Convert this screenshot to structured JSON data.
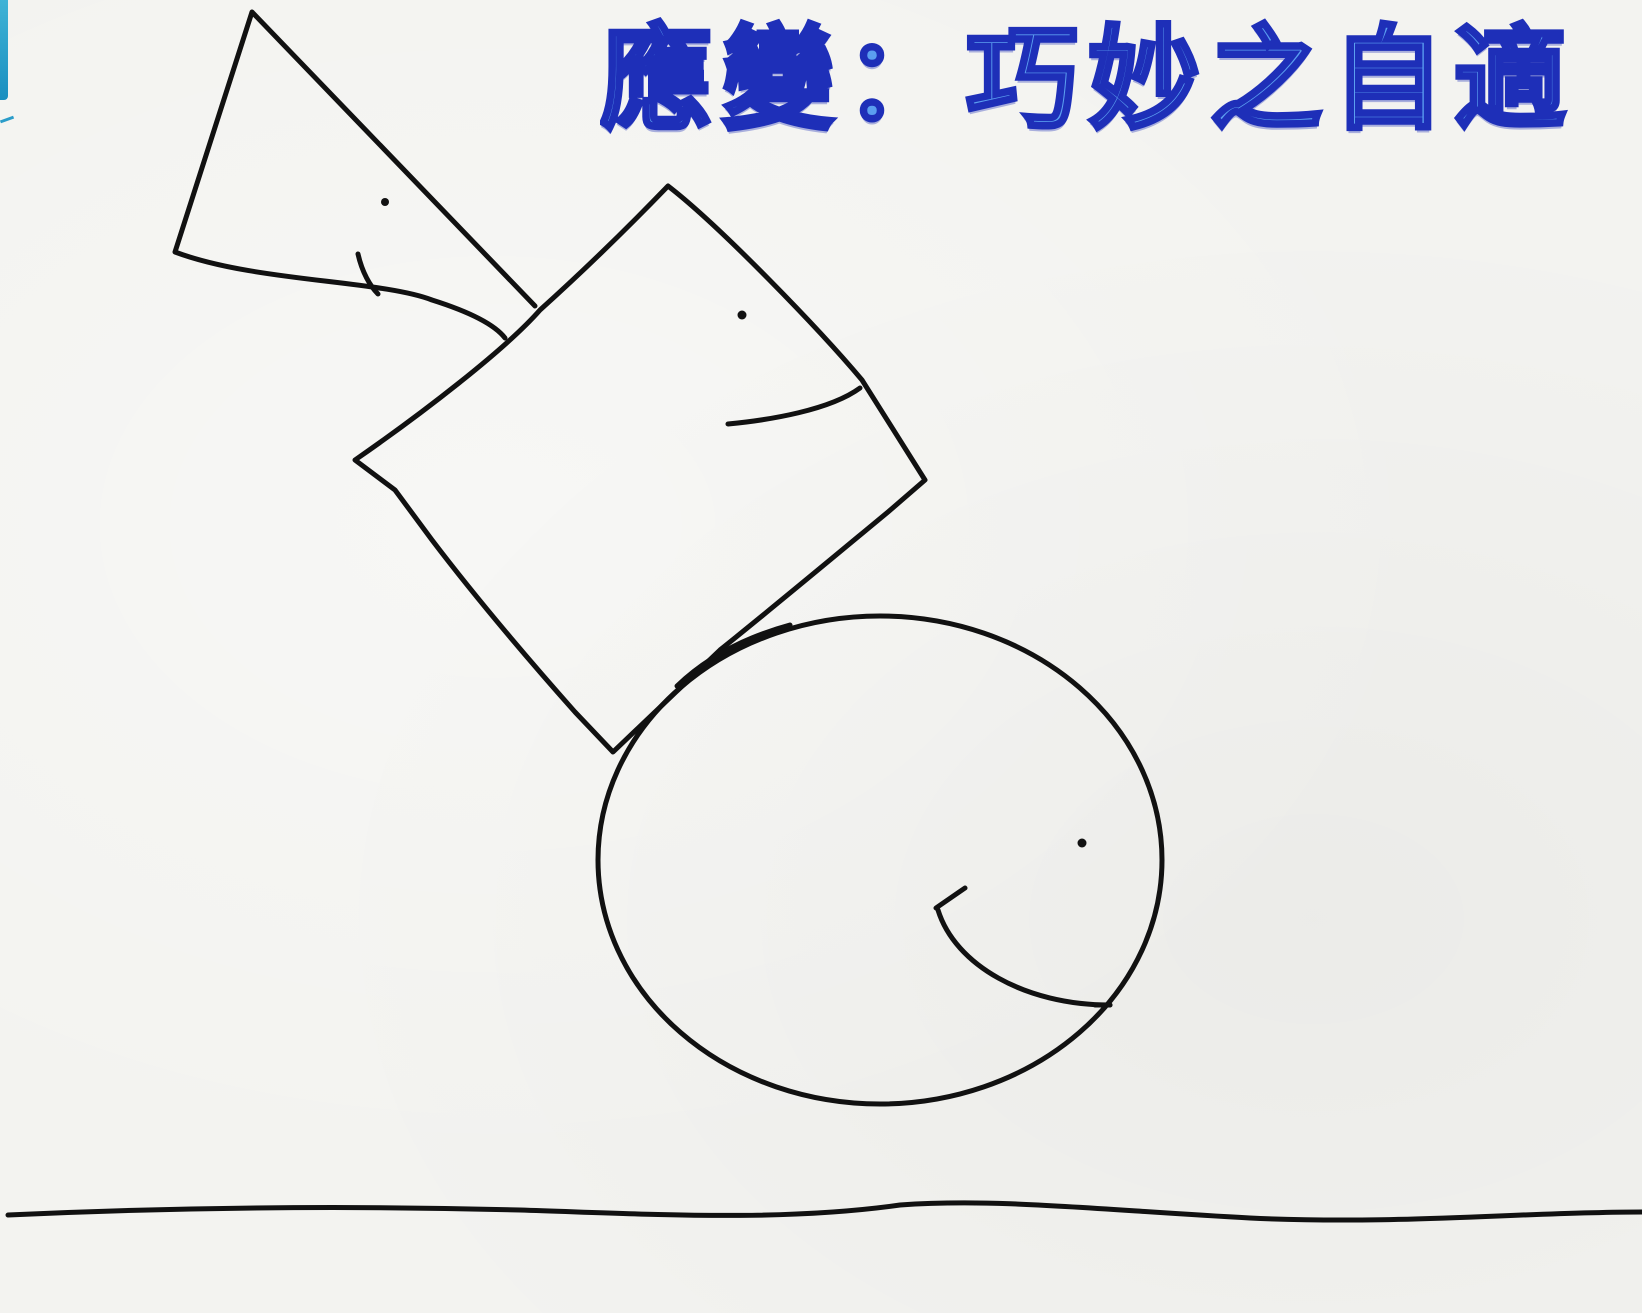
{
  "title": {
    "text": "應變：巧妙之自適"
  },
  "colors": {
    "title_fill": "#5b9ff0",
    "title_outline": "#1e2fb8",
    "ink": "#111111",
    "paper": "#f3f3f0",
    "corner_accent": "#2a9cc9"
  },
  "figures": [
    {
      "shape": "triangle",
      "expression": "smile"
    },
    {
      "shape": "square",
      "expression": "smile"
    },
    {
      "shape": "circle",
      "expression": "smile"
    }
  ]
}
